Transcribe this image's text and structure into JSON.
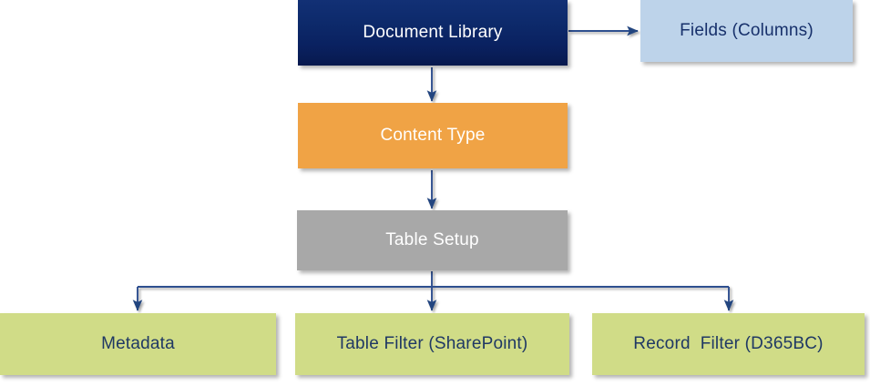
{
  "diagram": {
    "title": "Document Library structure flow",
    "background": "#ffffff",
    "nodes": {
      "document_library": {
        "label": "Document Library",
        "fill": "#0a2160",
        "text_color": "#ffffff"
      },
      "fields_columns": {
        "label": "Fields (Columns)",
        "fill": "#bdd3ea",
        "text_color": "#17306b"
      },
      "content_type": {
        "label": "Content Type",
        "fill": "#f0a345",
        "text_color": "#ffffff"
      },
      "table_setup": {
        "label": "Table Setup",
        "fill": "#a8a8a8",
        "text_color": "#ffffff"
      },
      "metadata": {
        "label": "Metadata",
        "fill": "#d0dc87",
        "text_color": "#1f3864"
      },
      "table_filter": {
        "label": "Table Filter (SharePoint)",
        "fill": "#d0dc87",
        "text_color": "#1f3864"
      },
      "record_filter": {
        "label": "Record  Filter (D365BC)",
        "fill": "#d0dc87",
        "text_color": "#1f3864"
      }
    },
    "connectors": {
      "arrow_color": "#2e4f8f",
      "items": [
        {
          "name": "document-library-to-fields",
          "from": "document_library",
          "to": "fields_columns",
          "direction": "right"
        },
        {
          "name": "document-library-to-content-type",
          "from": "document_library",
          "to": "content_type",
          "direction": "down"
        },
        {
          "name": "content-type-to-table-setup",
          "from": "content_type",
          "to": "table_setup",
          "direction": "down"
        },
        {
          "name": "table-setup-to-metadata",
          "from": "table_setup",
          "to": "metadata",
          "direction": "down-branch-left"
        },
        {
          "name": "table-setup-to-table-filter",
          "from": "table_setup",
          "to": "table_filter",
          "direction": "down"
        },
        {
          "name": "table-setup-to-record-filter",
          "from": "table_setup",
          "to": "record_filter",
          "direction": "down-branch-right"
        }
      ]
    }
  }
}
